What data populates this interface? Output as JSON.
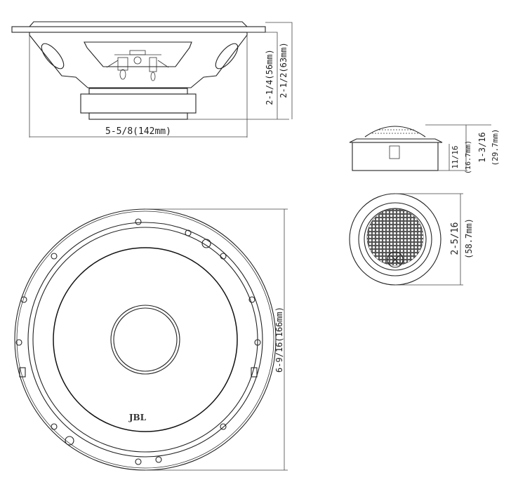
{
  "drawing": {
    "subject": "JBL component speaker set technical drawing",
    "woofer_side_view": {
      "width_label": "5-5/8(142mm)",
      "depth_label": "2-1/4(56mm)",
      "overall_height_label": "2-1/2(63mm)"
    },
    "tweeter_side_view": {
      "mount_depth_label": "11/16",
      "mount_depth_mm_label": "(16.7mm)",
      "overall_height_label": "1-3/16",
      "overall_height_mm_label": "(29.7mm)"
    },
    "tweeter_top_view": {
      "diameter_label": "2-5/16",
      "diameter_mm_label": "(58.7mm)"
    },
    "woofer_top_view": {
      "diameter_label": "6-9/16(166mm)",
      "logo": "JBL"
    }
  }
}
